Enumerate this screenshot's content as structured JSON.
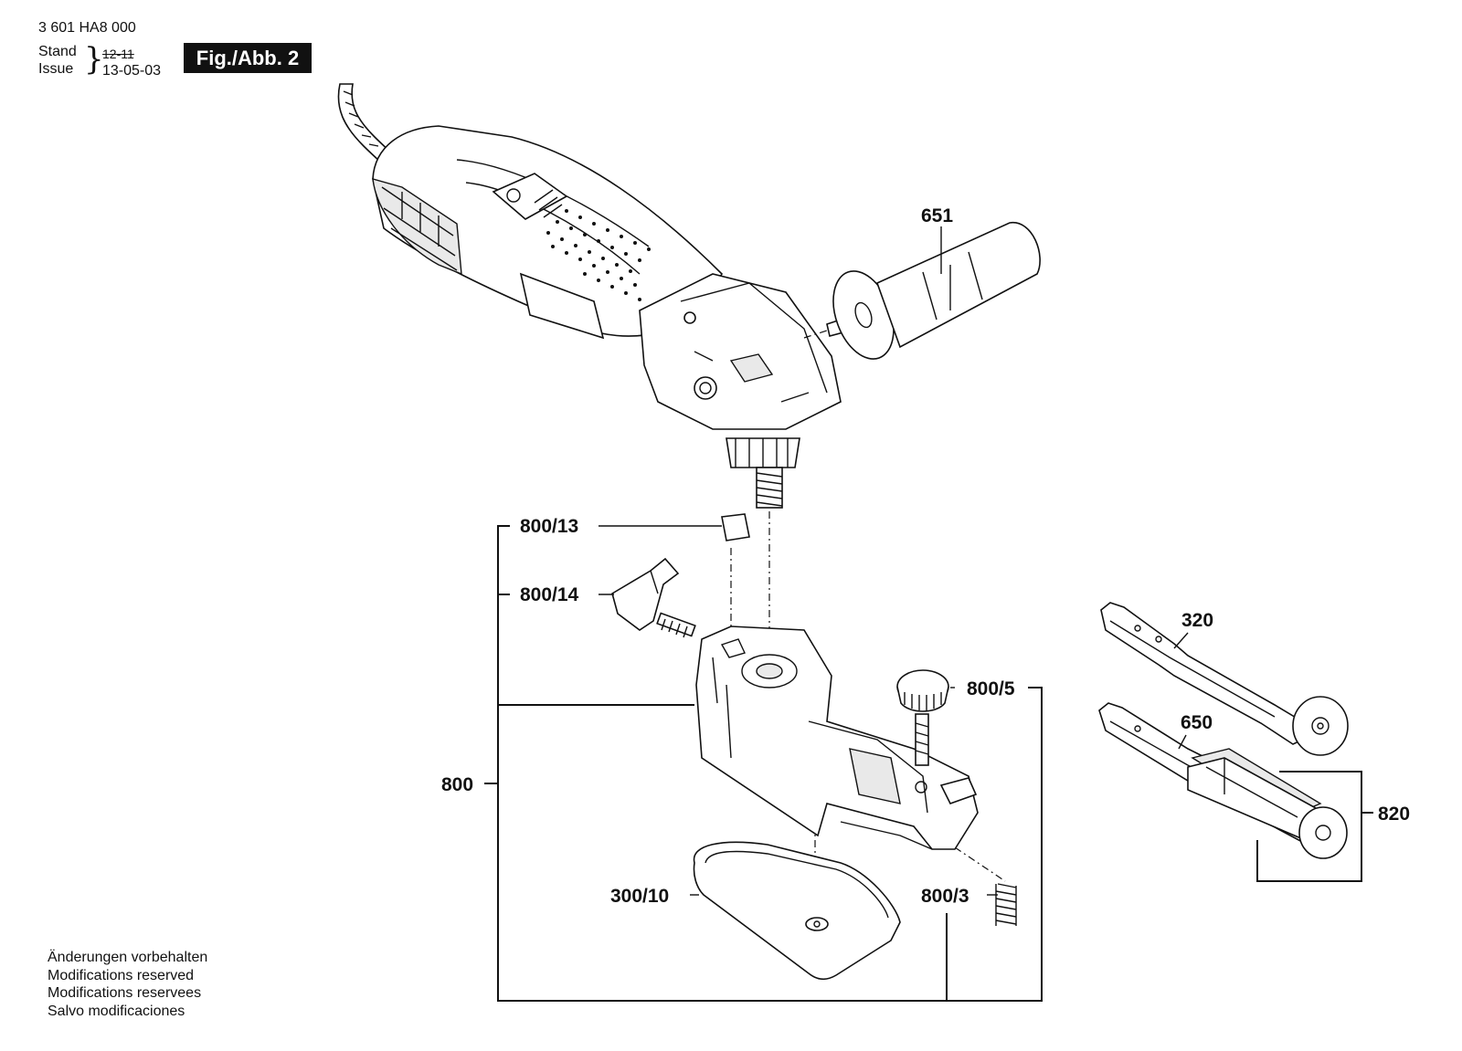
{
  "header": {
    "doc_number": "3 601 HA8 000",
    "stand_label": "Stand",
    "issue_label": "Issue",
    "stand_value": "12-11",
    "issue_value": "13-05-03",
    "figure": "Fig./Abb. 2"
  },
  "parts": {
    "p651": "651",
    "p800_13": "800/13",
    "p800_14": "800/14",
    "p800": "800",
    "p800_5": "800/5",
    "p300_10": "300/10",
    "p800_3": "800/3",
    "p320": "320",
    "p650": "650",
    "p820": "820"
  },
  "notes": [
    "Änderungen vorbehalten",
    "Modifications reserved",
    "Modifications reservees",
    "Salvo modificaciones"
  ]
}
